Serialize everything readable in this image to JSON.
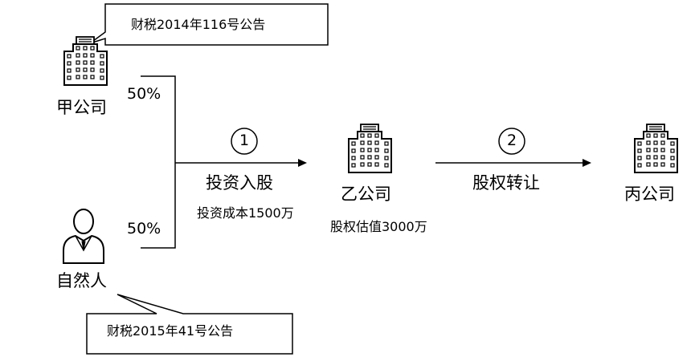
{
  "callouts": {
    "top": "财税2014年116号公告",
    "bottom": "财税2015年41号公告"
  },
  "entities": {
    "company_jia": "甲公司",
    "natural_person": "自然人",
    "company_yi": "乙公司",
    "company_bing": "丙公司"
  },
  "shares": {
    "jia_pct": "50%",
    "person_pct": "50%"
  },
  "steps": [
    {
      "number": "1",
      "label": "投资入股",
      "note": "投资成本1500万"
    },
    {
      "number": "2",
      "label": "股权转让"
    }
  ],
  "valuation_note": "股权估值3000万",
  "icons": {
    "company": "office-building-icon",
    "person": "person-in-suit-icon"
  },
  "colors": {
    "stroke": "#000000",
    "background": "#ffffff"
  }
}
